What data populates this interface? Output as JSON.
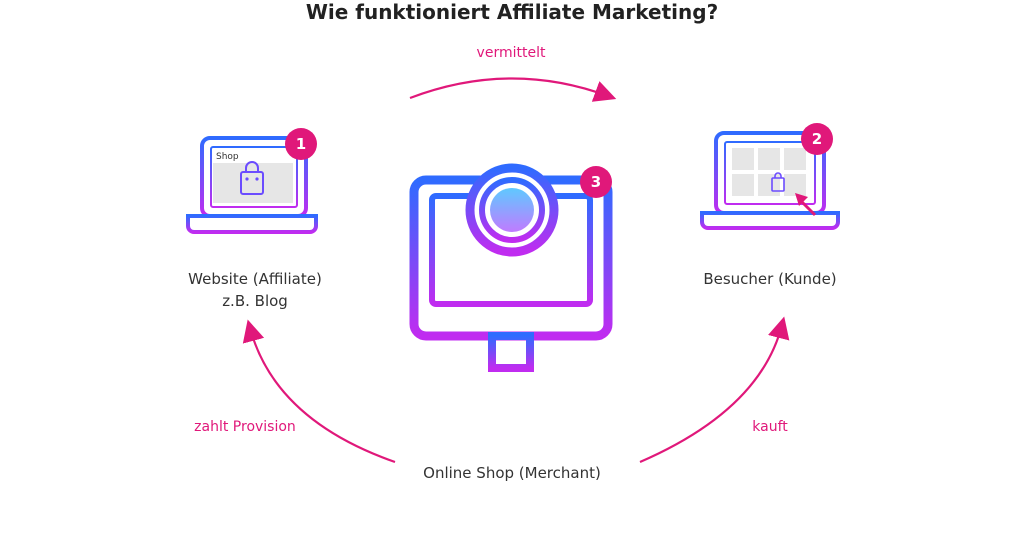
{
  "title": "Wie funktioniert Affiliate Marketing?",
  "nodes": {
    "affiliate": {
      "badge": "1",
      "screen_label": "Shop",
      "line1": "Website (Affiliate)",
      "line2": "z.B. Blog"
    },
    "visitor": {
      "badge": "2",
      "line1": "Besucher (Kunde)"
    },
    "merchant": {
      "badge": "3",
      "line1": "Online Shop (Merchant)"
    }
  },
  "edges": {
    "affiliate_to_visitor": "vermittelt",
    "visitor_to_merchant": "kauft",
    "merchant_to_affiliate": "zahlt Provision"
  },
  "colors": {
    "gradient_top": "#2f6bff",
    "gradient_bottom": "#c02cf0",
    "accent": "#e0187a",
    "screen_fill": "#e6e6e6"
  }
}
